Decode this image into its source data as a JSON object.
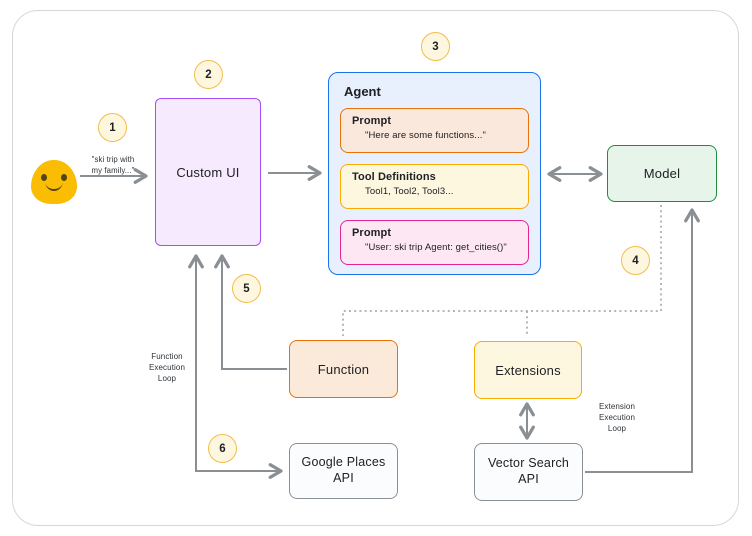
{
  "diagram": {
    "user_quote": [
      "\"ski trip with",
      "my family...\""
    ],
    "steps": [
      "1",
      "2",
      "3",
      "4",
      "5",
      "6"
    ],
    "boxes": {
      "custom_ui": "Custom UI",
      "model": "Model",
      "function": "Function",
      "extensions": "Extensions",
      "google_places": "Google Places API",
      "vector_search": "Vector Search API"
    },
    "agent": {
      "title": "Agent",
      "cards": [
        {
          "title": "Prompt",
          "text": "\"Here are some functions...\""
        },
        {
          "title": "Tool Definitions",
          "text": "Tool1, Tool2, Tool3..."
        },
        {
          "title": "Prompt",
          "text": "\"User: ski trip Agent: get_cities()\""
        }
      ]
    },
    "labels": {
      "function_loop": [
        "Function",
        "Execution",
        "Loop"
      ],
      "extension_loop": [
        "Extension",
        "Execution",
        "Loop"
      ]
    },
    "colors": {
      "custom_ui_border": "#A64EF5",
      "agent_border": "#1A73E8",
      "prompt_orange_border": "#E8710A",
      "tool_gold_border": "#F9AB00",
      "prompt_pink_border": "#E52592",
      "model_green_border": "#1E8E3E",
      "api_gray_border": "#8A9096",
      "arrow_gray": "#8A8F94",
      "dotted_gray": "#9AA0A6",
      "step_circle_border": "#F3BD4E",
      "step_circle_fill": "#FEF7E0",
      "emoji_yellow": "#FBBC04"
    }
  }
}
